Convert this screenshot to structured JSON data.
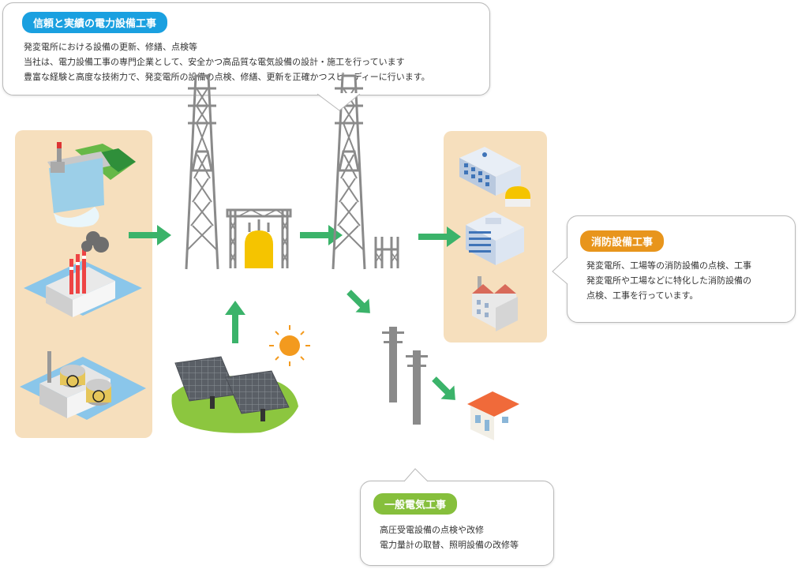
{
  "callouts": {
    "main": {
      "title": "信頼と実績の電力設備工事",
      "lines": [
        "発変電所における設備の更新、修繕、点検等",
        "当社は、電力設備工事の専門企業として、安全かつ高品質な電気設備の設計・施工を行っています",
        "豊富な経験と高度な技術力で、発変電所の設備の点検、修繕、更新を正確かつスピーディーに行います。"
      ],
      "color": "#1aa0e0"
    },
    "fire": {
      "title": "消防設備工事",
      "lines": [
        "発変電所、工場等の消防設備の点検、工事",
        "発変電所や工場などに特化した消防設備の",
        "点検、工事を行っています。"
      ],
      "color": "#e8951c"
    },
    "general": {
      "title": "一般電気工事",
      "lines": [
        "高圧受電設備の点検や改修",
        "電力量計の取替、照明設備の改修等"
      ],
      "color": "#86bf3c"
    }
  },
  "colors": {
    "arrow": "#3bb36a",
    "panel": "#f6dfbd",
    "tower": "#8a8a8a",
    "transformer": "#f5c400",
    "sun": "#f39a1e",
    "grass": "#8cc63f"
  },
  "icons": [
    "hydro-plant-icon",
    "thermal-plant-icon",
    "nuclear-plant-icon",
    "transmission-tower-icon",
    "substation-transformer-icon",
    "solar-panel-icon",
    "sun-icon",
    "utility-pole-icon",
    "school-building-icon",
    "office-building-icon",
    "factory-icon",
    "house-icon"
  ]
}
